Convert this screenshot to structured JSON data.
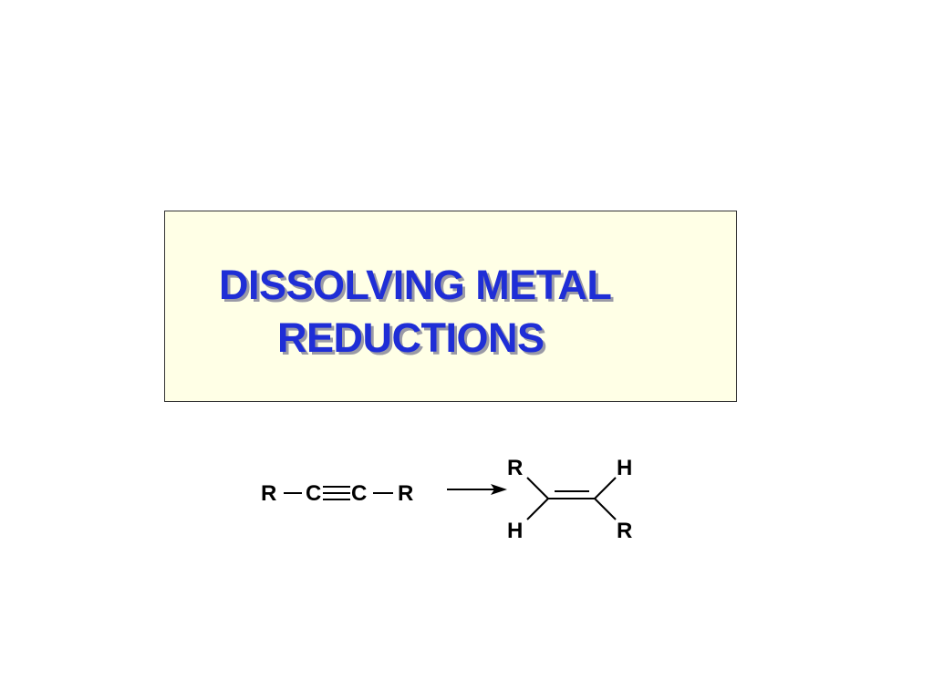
{
  "slide": {
    "title_lines": [
      "DISSOLVING METAL",
      "REDUCTIONS"
    ],
    "title_color": "#1f2ed6",
    "box_background": "#ffffe6"
  },
  "reaction": {
    "reactant": {
      "atoms": [
        "R",
        "C",
        "C",
        "R"
      ]
    },
    "product": {
      "top_left": "R",
      "top_right": "H",
      "bottom_left": "H",
      "bottom_right": "R"
    }
  }
}
